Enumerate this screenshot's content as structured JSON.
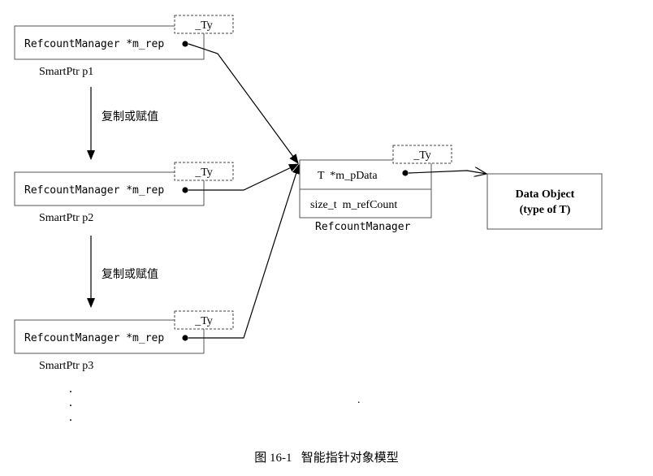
{
  "template_param": "_Ty",
  "smart_ptrs": [
    {
      "field": "RefcountManager *m_rep",
      "name": "SmartPtr p1"
    },
    {
      "field": "RefcountManager *m_rep",
      "name": "SmartPtr p2"
    },
    {
      "field": "RefcountManager *m_rep",
      "name": "SmartPtr p3"
    }
  ],
  "copy_labels": [
    "复制或赋值",
    "复制或赋值"
  ],
  "manager": {
    "data_field": "T  *m_pData",
    "count_field": "size_t  m_refCount",
    "name": "RefcountManager"
  },
  "data_object": {
    "line1": "Data Object",
    "line2": "(type of T)"
  },
  "ellipsis": ".",
  "caption": "图 16-1   智能指针对象模型"
}
